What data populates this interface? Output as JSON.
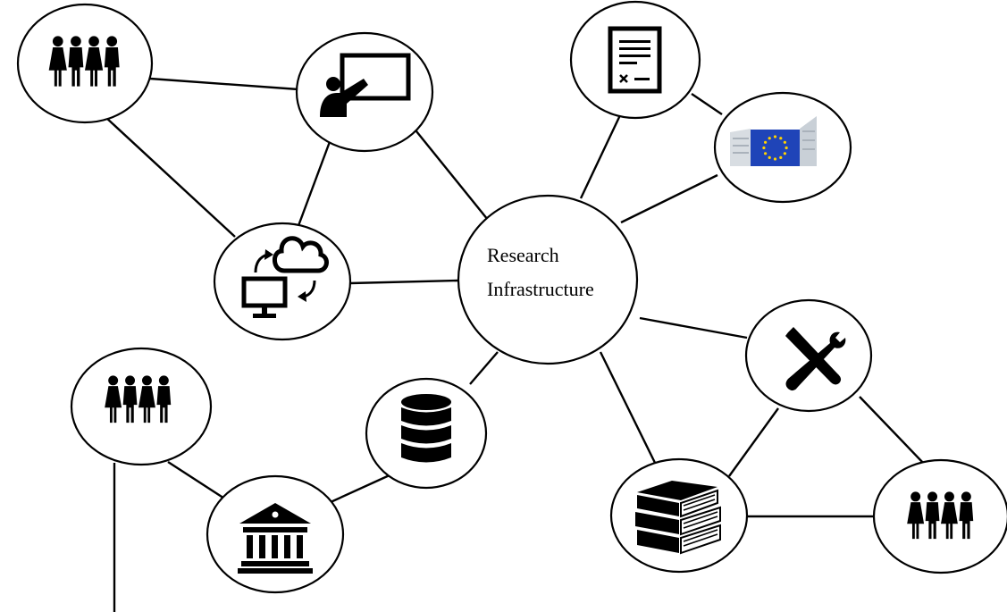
{
  "hub": {
    "line1": "Research",
    "line2": "Infrastructure"
  },
  "nodes": [
    {
      "id": "people-top-left",
      "icon": "people-group-icon"
    },
    {
      "id": "presentation",
      "icon": "teacher-presentation-icon"
    },
    {
      "id": "cloud-computing",
      "icon": "cloud-computer-sync-icon"
    },
    {
      "id": "document",
      "icon": "document-form-icon"
    },
    {
      "id": "eu-commission",
      "icon": "eu-commission-building-icon"
    },
    {
      "id": "tools",
      "icon": "screwdriver-wrench-icon"
    },
    {
      "id": "database",
      "icon": "database-icon"
    },
    {
      "id": "people-bottom-left",
      "icon": "people-group-icon"
    },
    {
      "id": "institution",
      "icon": "institution-building-icon"
    },
    {
      "id": "books",
      "icon": "book-stack-icon"
    },
    {
      "id": "people-bottom-right",
      "icon": "people-group-icon"
    }
  ],
  "colors": {
    "stroke": "#000000",
    "eu_flag_blue": "#1f44b8",
    "eu_flag_stars": "#ffd200"
  }
}
